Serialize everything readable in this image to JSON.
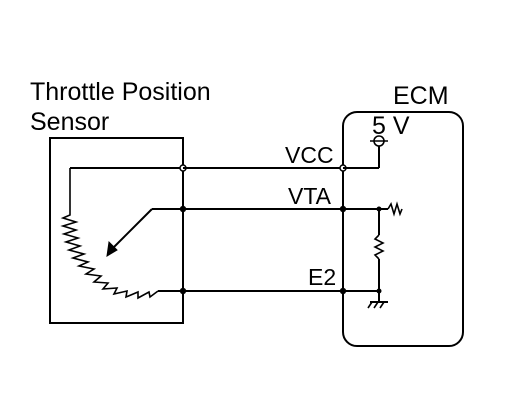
{
  "sensor": {
    "title_line1": "Throttle Position",
    "title_line2": "Sensor"
  },
  "ecm": {
    "title": "ECM",
    "supply": "5 V"
  },
  "terminals": {
    "vcc": "VCC",
    "vta": "VTA",
    "e2": "E2"
  },
  "colors": {
    "ink": "#000000",
    "background": "#ffffff"
  }
}
